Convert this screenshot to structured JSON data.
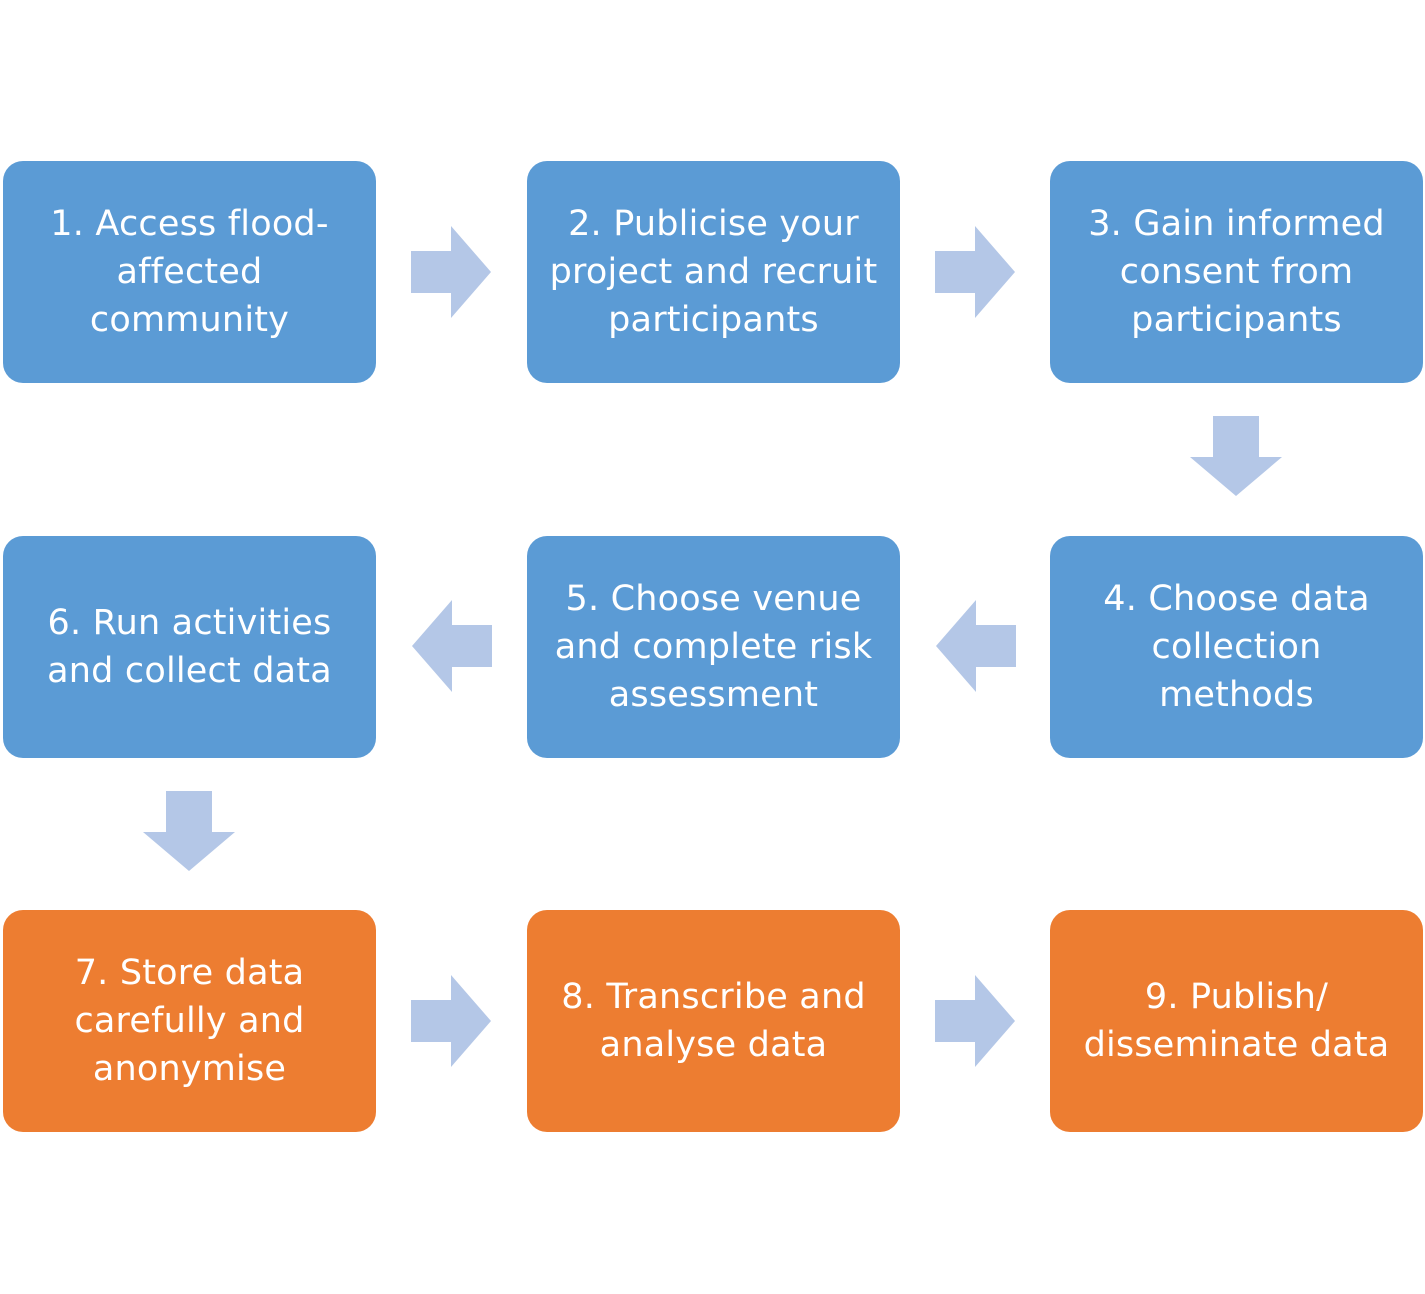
{
  "colors": {
    "blue_step": "#5b9bd5",
    "orange_step": "#ed7d31",
    "arrow": "#b4c7e7",
    "background": "#ffffff"
  },
  "steps": [
    {
      "label": "1. Access flood-\naffected\ncommunity",
      "color": "blue"
    },
    {
      "label": "2. Publicise your\nproject and recruit\nparticipants",
      "color": "blue"
    },
    {
      "label": "3. Gain informed\nconsent from\nparticipants",
      "color": "blue"
    },
    {
      "label": "4. Choose data\ncollection\nmethods",
      "color": "blue"
    },
    {
      "label": "5. Choose venue\nand complete risk\nassessment",
      "color": "blue"
    },
    {
      "label": "6. Run activities\nand collect data",
      "color": "blue"
    },
    {
      "label": "7. Store data\ncarefully and\nanonymise",
      "color": "orange"
    },
    {
      "label": "8. Transcribe and\nanalyse data",
      "color": "orange"
    },
    {
      "label": "9. Publish/\ndisseminate data",
      "color": "orange"
    }
  ],
  "connectors": [
    {
      "from": 1,
      "to": 2,
      "direction": "right"
    },
    {
      "from": 2,
      "to": 3,
      "direction": "right"
    },
    {
      "from": 3,
      "to": 4,
      "direction": "down"
    },
    {
      "from": 4,
      "to": 5,
      "direction": "left"
    },
    {
      "from": 5,
      "to": 6,
      "direction": "left"
    },
    {
      "from": 6,
      "to": 7,
      "direction": "down"
    },
    {
      "from": 7,
      "to": 8,
      "direction": "right"
    },
    {
      "from": 8,
      "to": 9,
      "direction": "right"
    }
  ]
}
